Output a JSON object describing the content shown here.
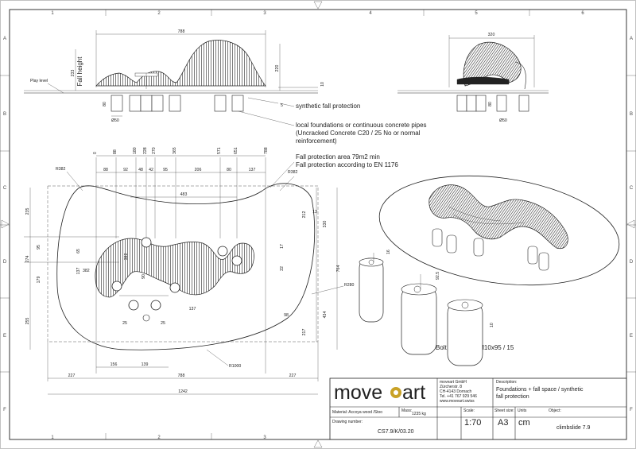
{
  "grid": {
    "columns": [
      "1",
      "2",
      "3",
      "4",
      "5",
      "6"
    ],
    "rows": [
      "A",
      "B",
      "C",
      "D",
      "E",
      "F"
    ]
  },
  "side_view": {
    "width_dim": "788",
    "height_dim": "233",
    "fall_height_label": "Fall height",
    "play_level_label": "Play level",
    "right_height_dim": "220",
    "depth_dim": "80",
    "thickness_dim": "10",
    "diameter_dim": "Ø50",
    "marker_dim": "5"
  },
  "front_view": {
    "width_dim": "320",
    "depth_dim": "80",
    "diameter_dim": "Ø50"
  },
  "annotations": {
    "synthetic_fall_protection": "synthetic fall protection",
    "foundations_line1": "local foundations or continuous concrete pipes",
    "foundations_line2": "(Uncracked Concrete C20 / 25 No or normal",
    "foundations_line3": "reinforcement)",
    "fall_area_line1": "Fall protection area 79m2 min",
    "fall_area_line2": "Fall protection according to EN 1176",
    "bolt_anchor": "Bolt anchor A4 M10x95 / 15"
  },
  "plan_view": {
    "cumulative_dims": [
      "0",
      "88",
      "180",
      "228",
      "270",
      "365",
      "571",
      "651",
      "788"
    ],
    "segment_dims": [
      "88",
      "92",
      "48",
      "42",
      "95",
      "206",
      "80",
      "137"
    ],
    "span_dim": "483",
    "radius_left": "R382",
    "radius_right": "R382",
    "radius_mid": "R280",
    "radius_bottom": "R1000",
    "left_dims": [
      "235",
      "274",
      "179",
      "255"
    ],
    "inner_left_dims": [
      "95",
      "65",
      "137",
      "382"
    ],
    "right_dims": [
      "212",
      "13",
      "330",
      "764",
      "434",
      "217"
    ],
    "small_dims": [
      "17",
      "22",
      "98",
      "137",
      "382",
      "90"
    ],
    "bottom_dims": [
      "156",
      "139"
    ],
    "bolt_dims": [
      "25",
      "25"
    ],
    "total_dims": [
      "227",
      "788",
      "227"
    ],
    "overall_dim": "1242"
  },
  "detail_dims": [
    "16",
    "92.5",
    "10"
  ],
  "title_block": {
    "logo_left": "move",
    "logo_right": "art",
    "company": "moveart GmbH",
    "street": "Zürcherstr. 8",
    "city": "CH-4143 Dornach",
    "phone": "Tel. +41 767 929 546",
    "web": "www.moveart.swiss",
    "description_label": "Description:",
    "description_line1": "Foundations + fall space / synthetic",
    "description_line2": "fall protection",
    "material_label": "Material: Accoya wood /Stoo",
    "mass_label": "Mass:",
    "mass_value": "1235 kg",
    "scale_label": "Scale:",
    "scale_value": "1:70",
    "sheet_label": "Sheet size:",
    "sheet_value": "A3",
    "units_label": "Units",
    "units_value": "cm",
    "object_label": "Object:",
    "object_value": "climbslide 7.9",
    "drawing_label": "Drawing number:",
    "drawing_value": "CS7.9/K/03.20"
  }
}
